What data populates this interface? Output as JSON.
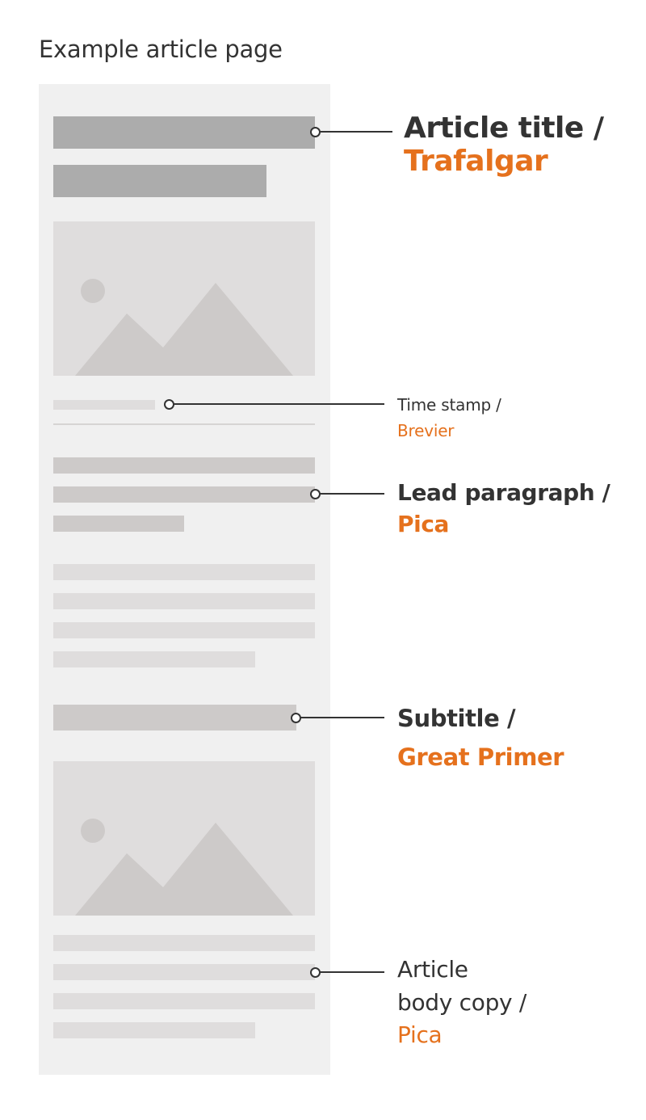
{
  "title": "Example article page",
  "colors": {
    "frame_bg": "#f0f0f0",
    "title_bar": "#acacac",
    "mid_bar": "#cdcac9",
    "light_bar": "#dfdddd",
    "text": "#333333",
    "accent": "#e5711d"
  },
  "annotations": {
    "article_title": {
      "label": "Article title /",
      "font": "Trafalgar"
    },
    "time_stamp": {
      "label": "Time stamp /",
      "font": "Brevier"
    },
    "lead_paragraph": {
      "label": "Lead paragraph /",
      "font": "Pica"
    },
    "subtitle": {
      "label": "Subtitle /",
      "font": "Great Primer"
    },
    "body_copy": {
      "label_line1": "Article",
      "label_line2": "body copy /",
      "font": "Pica"
    }
  },
  "icons": {
    "image_placeholder": "image-placeholder-icon"
  }
}
